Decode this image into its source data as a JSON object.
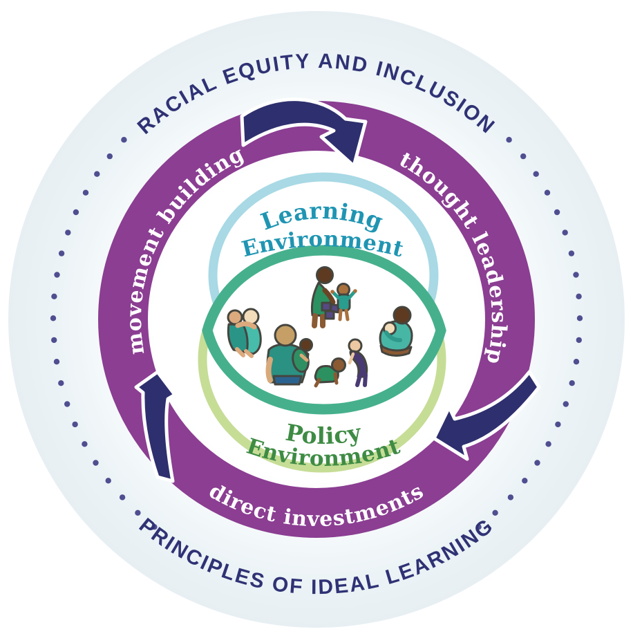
{
  "diagram": {
    "title": "ideal-learning-framework-circle-diagram",
    "outer_ring": {
      "top_label": "RACIAL EQUITY AND INCLUSION",
      "bottom_label": "PRINCIPLES OF IDEAL LEARNING",
      "text_color": "#2f3274",
      "background_tint": "#e7eff3"
    },
    "dot_ring": {
      "color": "#4f4e90",
      "radius": 381,
      "dot_radius": 4.2,
      "step_deg": 4.75,
      "arcs_deg": [
        [
          47,
          142
        ],
        [
          218,
          313
        ]
      ]
    },
    "purple_ring": {
      "color": "#8b3e92",
      "label_color": "#ffffff",
      "labels": [
        "movement building",
        "thought leadership",
        "direct investments"
      ]
    },
    "arrows": {
      "color": "#2e2f6e",
      "outline": "#ffffff",
      "direction": "clockwise",
      "count": 3
    },
    "venn": {
      "learning_circle": {
        "line1": "Learning",
        "line2": "Environment",
        "text_color": "#1f95b2",
        "ring_color": "#a8d9e5"
      },
      "policy_circle": {
        "line1": "Policy",
        "line2": "Environment",
        "text_color": "#3e8b44",
        "ring_color": "#c6dd96"
      },
      "overlap_ring_color": "#46b08d"
    },
    "center_illustration": {
      "name": "children-and-caregivers-playing",
      "skin_tones": [
        "#f2dcba",
        "#dcaa7d",
        "#a9713d",
        "#8a5a33",
        "#5e3a20"
      ],
      "clothing_colors": [
        "#2b9160",
        "#2a9d8f",
        "#48b6a5",
        "#4a3a73",
        "#2b6390"
      ]
    }
  }
}
